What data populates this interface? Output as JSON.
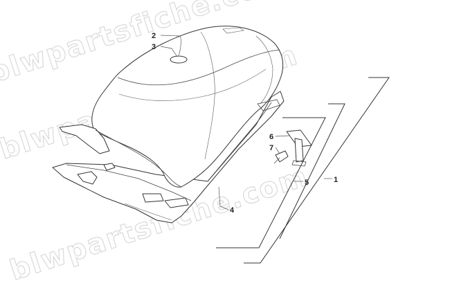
{
  "watermark": {
    "text": "blwpartsfiche.com"
  },
  "callouts": [
    {
      "id": "2",
      "label": "2"
    },
    {
      "id": "3",
      "label": "3"
    },
    {
      "id": "6",
      "label": "6"
    },
    {
      "id": "7",
      "label": "7"
    },
    {
      "id": "5",
      "label": "5"
    },
    {
      "id": "1",
      "label": "1"
    },
    {
      "id": "4",
      "label": "4"
    }
  ]
}
